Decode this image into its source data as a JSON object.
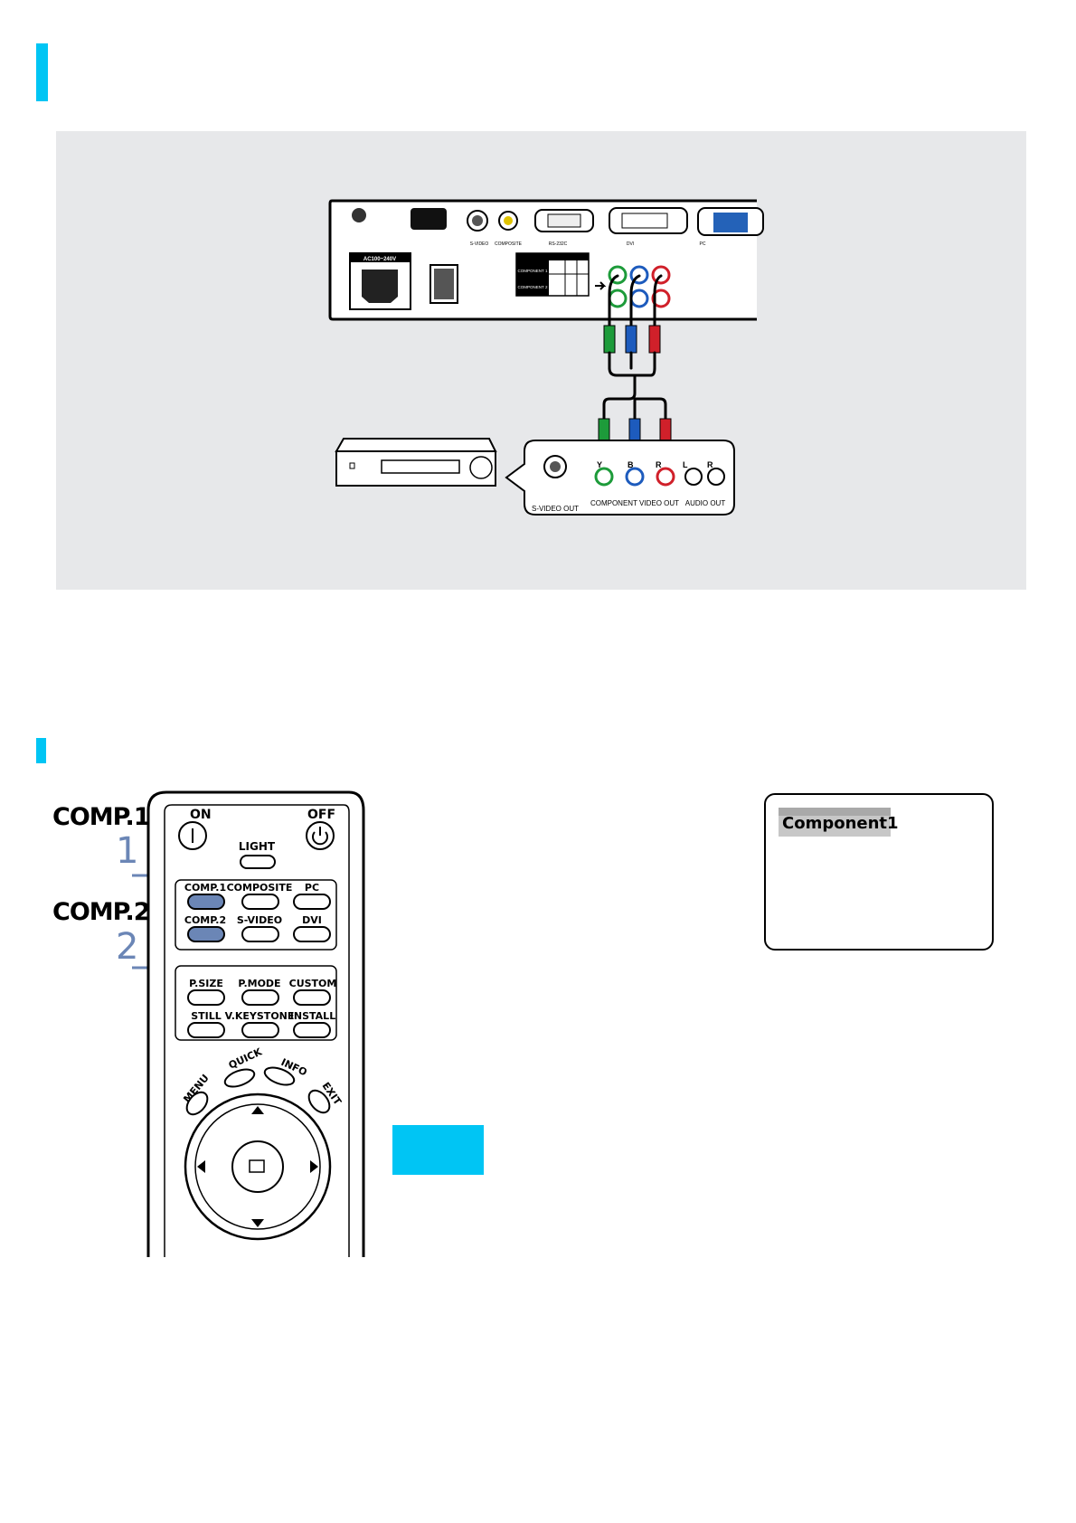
{
  "colors": {
    "accent": "#00c5f4",
    "panel": "#e7e8ea",
    "highlight": "#6b86b6"
  },
  "diagram": {
    "projector": {
      "power_label": "AC100~240V",
      "ports": [
        "S-VIDEO",
        "COMPOSITE",
        "RS-232C",
        "DVI",
        "PC"
      ],
      "component_rows": [
        "COMPONENT 1",
        "COMPONENT 2"
      ]
    },
    "source": {
      "pin_labels": [
        "Y",
        "B",
        "R",
        "L",
        "R"
      ],
      "outputs": [
        "S-VIDEO OUT",
        "COMPONENT VIDEO OUT",
        "AUDIO OUT"
      ]
    }
  },
  "callouts": {
    "comp1": "COMP.1",
    "num1": "1",
    "comp2": "COMP.2",
    "num2": "2"
  },
  "remote": {
    "on": "ON",
    "off": "OFF",
    "light": "LIGHT",
    "row1": [
      "COMP.1",
      "COMPOSITE",
      "PC"
    ],
    "row2": [
      "COMP.2",
      "S-VIDEO",
      "DVI"
    ],
    "row3": [
      "P.SIZE",
      "P.MODE",
      "CUSTOM"
    ],
    "row4": [
      "STILL",
      "V.KEYSTONE",
      "INSTALL"
    ],
    "menu": "MENU",
    "quick": "QUICK",
    "info": "INFO",
    "exit": "EXIT"
  },
  "osd": {
    "title": "Component1"
  }
}
